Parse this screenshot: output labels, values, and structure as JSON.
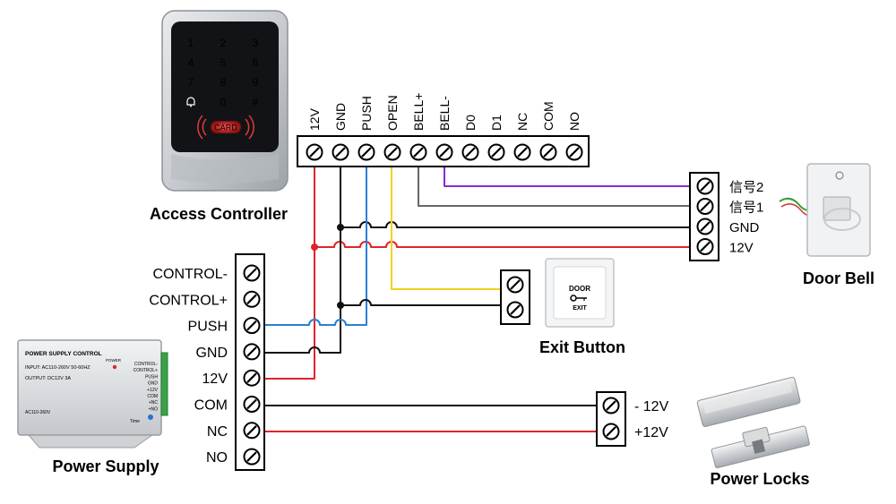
{
  "devices": {
    "access_controller": {
      "title": "Access Controller",
      "keys": [
        "1",
        "2",
        "3",
        "4",
        "5",
        "6",
        "7",
        "8",
        "9",
        "",
        "0",
        "#"
      ],
      "card_label": "CARD"
    },
    "power_supply": {
      "title": "Power Supply",
      "panel_title": "POWER SUPPLY CONTROL",
      "panel_input": "INPUT: AC110-260V  50-60HZ",
      "panel_output": "OUTPUT: DC12V  3A",
      "panel_power": "POWER",
      "panel_ac": "AC110-260V",
      "panel_time": "Time",
      "panel_terms": [
        "CONTROL-",
        "CONTROL+",
        "PUSH",
        "GND",
        "+12V",
        "COM",
        "+NC",
        "+NO"
      ]
    },
    "door_bell": {
      "title": "Door Bell"
    },
    "exit_button": {
      "title": "Exit Button",
      "face_top": "DOOR",
      "face_bottom": "EXIT"
    },
    "power_locks": {
      "title": "Power Locks"
    }
  },
  "terminals": {
    "controller": [
      "12V",
      "GND",
      "PUSH",
      "OPEN",
      "BELL+",
      "BELL-",
      "D0",
      "D1",
      "NC",
      "COM",
      "NO"
    ],
    "power_supply": [
      "CONTROL-",
      "CONTROL+",
      "PUSH",
      "GND",
      "12V",
      "COM",
      "NC",
      "NO"
    ],
    "door_bell": [
      "信号2",
      "信号1",
      "GND",
      "12V"
    ],
    "power_locks": [
      "- 12V",
      "+12V"
    ]
  },
  "wire_colors": {
    "red": "#e0242b",
    "black": "#111111",
    "blue": "#2a7fd4",
    "yellow": "#f2d21a",
    "gray": "#666666",
    "purple": "#8a2bd0"
  }
}
